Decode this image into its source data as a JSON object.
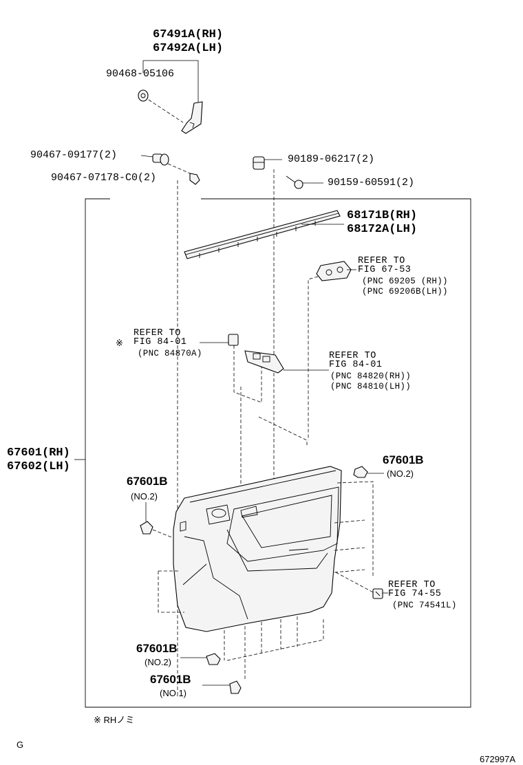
{
  "labels": {
    "p67491a": "67491A(RH)",
    "p67492a": "67492A(LH)",
    "p90468": "90468-05106",
    "p90467_1": "90467-09177(2)",
    "p90467_2": "90467-07178-C0(2)",
    "p90189": "90189-06217(2)",
    "p90159": "90159-60591(2)",
    "p68171b": "68171B(RH)",
    "p68172a": "68172A(LH)",
    "p67601_rh": "67601(RH)",
    "p67602_lh": "67602(LH)",
    "clip_a": "67601B",
    "clip_a_no": "(NO.2)",
    "clip_b": "67601B",
    "clip_b_no": "(NO.2)",
    "clip_c": "67601B",
    "clip_c_no": "(NO.2)",
    "clip_d": "67601B",
    "clip_d_no": "(NO.1)"
  },
  "refs": {
    "r1": {
      "line1": "REFER TO",
      "line2": "FIG 67-53",
      "line3": "(PNC 69205  (RH))",
      "line4": "(PNC 69206B(LH))"
    },
    "r2": {
      "mark": "※",
      "line1": "REFER TO",
      "line2": "FIG 84-01",
      "line3": "(PNC 84870A)"
    },
    "r3": {
      "line1": "REFER TO",
      "line2": "FIG 84-01",
      "line3": "(PNC 84820(RH))",
      "line4": "(PNC 84810(LH))"
    },
    "r4": {
      "line1": "REFER TO",
      "line2": "FIG 74-55",
      "line3": "(PNC 74541L)"
    }
  },
  "footnote": "※ RHノミ",
  "corner_letter": "G",
  "illustration_id": "672997A",
  "icons": [
    "bolt-icon",
    "clip-icon",
    "screw-icon",
    "bracket-icon",
    "switch-icon",
    "handle-icon",
    "door-panel-icon",
    "weatherstrip-icon"
  ]
}
